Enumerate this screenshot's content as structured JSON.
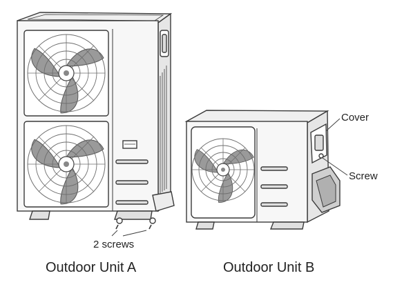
{
  "labels": {
    "cover": "Cover",
    "screw": "Screw",
    "two_screws": "2 screws",
    "unit_a": "Outdoor Unit A",
    "unit_b": "Outdoor Unit B"
  },
  "colors": {
    "outline": "#3a3a3a",
    "body": "#f4f4f4",
    "blade": "#9a9a9a",
    "grille": "#6e6e6e"
  }
}
